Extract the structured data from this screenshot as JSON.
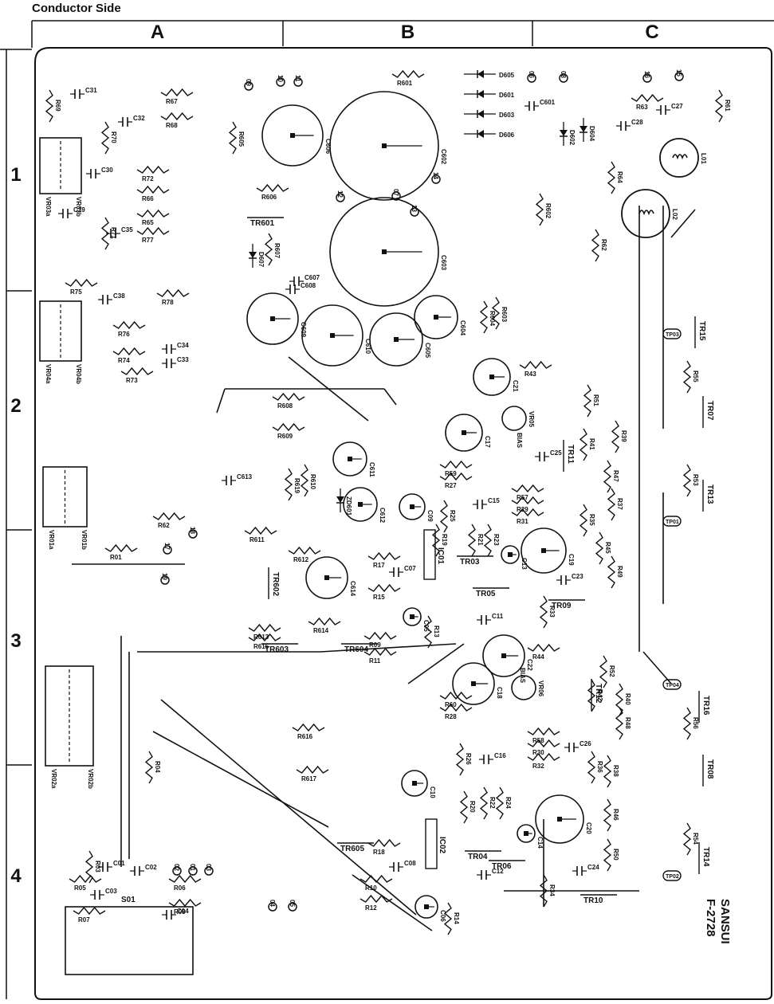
{
  "diagram": {
    "title": "Conductor Side",
    "columns": [
      "A",
      "B",
      "C"
    ],
    "rows": [
      "1",
      "2",
      "3",
      "4"
    ],
    "maker": "SANSUI",
    "model": "F-2728"
  },
  "components": {
    "resistors": [
      {
        "id": "R601"
      },
      {
        "id": "R67"
      },
      {
        "id": "R68"
      },
      {
        "id": "R69"
      },
      {
        "id": "R70"
      },
      {
        "id": "R605"
      },
      {
        "id": "R72"
      },
      {
        "id": "R66"
      },
      {
        "id": "R65"
      },
      {
        "id": "R77"
      },
      {
        "id": "R71"
      },
      {
        "id": "R606"
      },
      {
        "id": "R607"
      },
      {
        "id": "R75"
      },
      {
        "id": "R78"
      },
      {
        "id": "R76"
      },
      {
        "id": "R74"
      },
      {
        "id": "R73"
      },
      {
        "id": "R608"
      },
      {
        "id": "R609"
      },
      {
        "id": "R610"
      },
      {
        "id": "R619"
      },
      {
        "id": "R62"
      },
      {
        "id": "R01"
      },
      {
        "id": "R611"
      },
      {
        "id": "R612"
      },
      {
        "id": "R613"
      },
      {
        "id": "R614"
      },
      {
        "id": "R615"
      },
      {
        "id": "R616"
      },
      {
        "id": "R617"
      },
      {
        "id": "R04"
      },
      {
        "id": "R03"
      },
      {
        "id": "R05"
      },
      {
        "id": "R06"
      },
      {
        "id": "R07"
      },
      {
        "id": "R08"
      },
      {
        "id": "R17"
      },
      {
        "id": "R15"
      },
      {
        "id": "R13"
      },
      {
        "id": "R09"
      },
      {
        "id": "R11"
      },
      {
        "id": "R19"
      },
      {
        "id": "R18"
      },
      {
        "id": "R10"
      },
      {
        "id": "R12"
      },
      {
        "id": "R14"
      },
      {
        "id": "R59"
      },
      {
        "id": "R27"
      },
      {
        "id": "R25"
      },
      {
        "id": "R21"
      },
      {
        "id": "R23"
      },
      {
        "id": "R57"
      },
      {
        "id": "R29"
      },
      {
        "id": "R31"
      },
      {
        "id": "R35"
      },
      {
        "id": "R33"
      },
      {
        "id": "R60"
      },
      {
        "id": "R28"
      },
      {
        "id": "R26"
      },
      {
        "id": "R20"
      },
      {
        "id": "R22"
      },
      {
        "id": "R24"
      },
      {
        "id": "R58"
      },
      {
        "id": "R30"
      },
      {
        "id": "R32"
      },
      {
        "id": "R34"
      },
      {
        "id": "R43"
      },
      {
        "id": "R44"
      },
      {
        "id": "R41"
      },
      {
        "id": "R47"
      },
      {
        "id": "R51"
      },
      {
        "id": "R39"
      },
      {
        "id": "R37"
      },
      {
        "id": "R45"
      },
      {
        "id": "R49"
      },
      {
        "id": "R42"
      },
      {
        "id": "R52"
      },
      {
        "id": "R40"
      },
      {
        "id": "R48"
      },
      {
        "id": "R36"
      },
      {
        "id": "R38"
      },
      {
        "id": "R46"
      },
      {
        "id": "R50"
      },
      {
        "id": "R602"
      },
      {
        "id": "R603"
      },
      {
        "id": "R604"
      },
      {
        "id": "R63"
      },
      {
        "id": "R64"
      },
      {
        "id": "R62"
      },
      {
        "id": "R61"
      },
      {
        "id": "R55"
      },
      {
        "id": "R53"
      },
      {
        "id": "R56"
      },
      {
        "id": "R54"
      }
    ],
    "capacitors": [
      {
        "id": "C31"
      },
      {
        "id": "C32"
      },
      {
        "id": "C30"
      },
      {
        "id": "C29"
      },
      {
        "id": "C35"
      },
      {
        "id": "C38"
      },
      {
        "id": "C34"
      },
      {
        "id": "C33"
      },
      {
        "id": "C613"
      },
      {
        "id": "C601"
      },
      {
        "id": "C27"
      },
      {
        "id": "C28"
      },
      {
        "id": "C607"
      },
      {
        "id": "C608"
      },
      {
        "id": "C25"
      },
      {
        "id": "C15"
      },
      {
        "id": "C07"
      },
      {
        "id": "C11"
      },
      {
        "id": "C23"
      },
      {
        "id": "C16"
      },
      {
        "id": "C26"
      },
      {
        "id": "C08"
      },
      {
        "id": "C24"
      },
      {
        "id": "C12"
      },
      {
        "id": "C01"
      },
      {
        "id": "C02"
      },
      {
        "id": "C03"
      },
      {
        "id": "C04"
      }
    ],
    "electrolytics": [
      {
        "id": "C606"
      },
      {
        "id": "C602"
      },
      {
        "id": "C603"
      },
      {
        "id": "C609"
      },
      {
        "id": "C610"
      },
      {
        "id": "C605"
      },
      {
        "id": "C604"
      },
      {
        "id": "C21"
      },
      {
        "id": "C17"
      },
      {
        "id": "C611"
      },
      {
        "id": "C612"
      },
      {
        "id": "C09"
      },
      {
        "id": "C614"
      },
      {
        "id": "C05"
      },
      {
        "id": "C13"
      },
      {
        "id": "C19"
      },
      {
        "id": "C22"
      },
      {
        "id": "C18"
      },
      {
        "id": "C10"
      },
      {
        "id": "C14"
      },
      {
        "id": "C20"
      },
      {
        "id": "C06"
      }
    ],
    "diodes": [
      {
        "id": "D605"
      },
      {
        "id": "D601"
      },
      {
        "id": "D603"
      },
      {
        "id": "D606"
      },
      {
        "id": "D602"
      },
      {
        "id": "D604"
      },
      {
        "id": "D607"
      },
      {
        "id": "ZD601"
      }
    ],
    "transistors": [
      {
        "id": "TR601"
      },
      {
        "id": "TR602"
      },
      {
        "id": "TR603"
      },
      {
        "id": "TR604"
      },
      {
        "id": "TR605"
      },
      {
        "id": "TR03"
      },
      {
        "id": "TR05"
      },
      {
        "id": "TR04"
      },
      {
        "id": "TR06"
      },
      {
        "id": "TR09"
      },
      {
        "id": "TR10"
      },
      {
        "id": "TR11"
      },
      {
        "id": "TR12"
      },
      {
        "id": "TR07"
      },
      {
        "id": "TR13"
      },
      {
        "id": "TR15"
      },
      {
        "id": "TR16"
      },
      {
        "id": "TR08"
      },
      {
        "id": "TR14"
      }
    ],
    "ics": [
      {
        "id": "IC01"
      },
      {
        "id": "IC02"
      }
    ],
    "pots": [
      {
        "id": "VR03a"
      },
      {
        "id": "VR03b"
      },
      {
        "id": "VR04a"
      },
      {
        "id": "VR04b"
      },
      {
        "id": "VR01a"
      },
      {
        "id": "VR01b"
      },
      {
        "id": "VR02a"
      },
      {
        "id": "VR02b"
      },
      {
        "id": "VR05"
      },
      {
        "id": "VR06"
      }
    ],
    "coils": [
      {
        "id": "L01"
      },
      {
        "id": "L02"
      }
    ],
    "test_points": [
      {
        "id": "TP03"
      },
      {
        "id": "TP01"
      },
      {
        "id": "TP04"
      },
      {
        "id": "TP02"
      }
    ],
    "switches": [
      {
        "id": "S01"
      }
    ],
    "terminals": [
      {
        "id": "09"
      },
      {
        "id": "10"
      },
      {
        "id": "11"
      },
      {
        "id": "06"
      },
      {
        "id": "08"
      },
      {
        "id": "16"
      },
      {
        "id": "15"
      },
      {
        "id": "12"
      },
      {
        "id": "07"
      },
      {
        "id": "13"
      },
      {
        "id": "14"
      },
      {
        "id": "18"
      },
      {
        "id": "17"
      },
      {
        "id": "19"
      },
      {
        "id": "02"
      },
      {
        "id": "01"
      },
      {
        "id": "03"
      },
      {
        "id": "04"
      },
      {
        "id": "05"
      }
    ],
    "bias_labels": [
      "BIAS",
      "BIAS"
    ]
  }
}
